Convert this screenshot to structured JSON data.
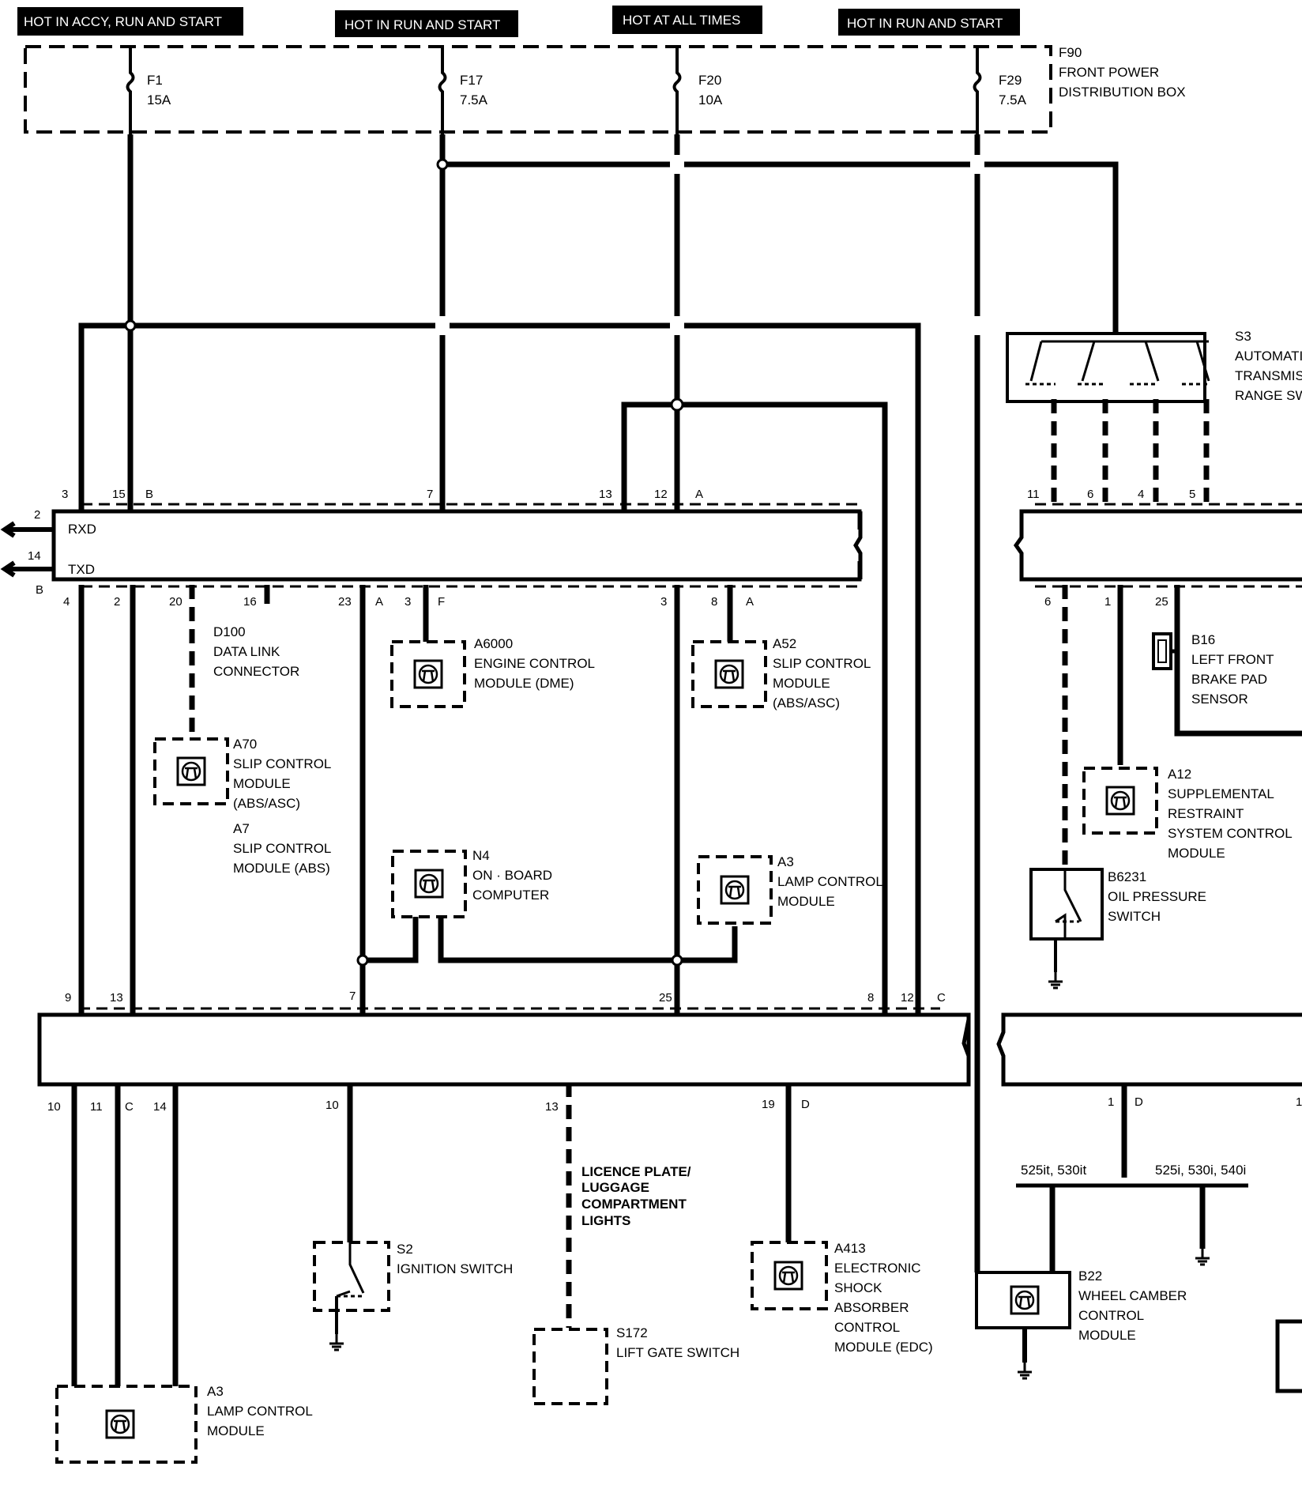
{
  "headers": [
    "HOT IN ACCY, RUN AND START",
    "HOT IN RUN AND START",
    "HOT AT ALL TIMES",
    "HOT IN RUN AND START"
  ],
  "fuses": [
    {
      "id": "F1",
      "rating": "15A"
    },
    {
      "id": "F17",
      "rating": "7.5A"
    },
    {
      "id": "F20",
      "rating": "10A"
    },
    {
      "id": "F29",
      "rating": "7.5A"
    }
  ],
  "fuse_box": [
    "F90",
    "FRONT POWER",
    "DISTRIBUTION BOX"
  ],
  "bus": {
    "rxd": "RXD",
    "txd": "TXD"
  },
  "components": {
    "s3": [
      "S3",
      "AUTOMATI",
      "TRANSMIS",
      "RANGE SW"
    ],
    "d100": [
      "D100",
      "DATA LINK",
      "CONNECTOR"
    ],
    "a6000": [
      "A6000",
      "ENGINE CONTROL",
      "MODULE (DME)"
    ],
    "a52": [
      "A52",
      "SLIP CONTROL",
      "MODULE",
      "(ABS/ASC)"
    ],
    "b16": [
      "B16",
      "LEFT FRONT",
      "BRAKE PAD",
      "SENSOR"
    ],
    "a70": [
      "A70",
      "SLIP CONTROL",
      "MODULE",
      "(ABS/ASC)"
    ],
    "a7": [
      "A7",
      "SLIP CONTROL",
      "MODULE (ABS)"
    ],
    "a12": [
      "A12",
      "SUPPLEMENTAL",
      "RESTRAINT",
      "SYSTEM CONTROL",
      "MODULE"
    ],
    "n4": [
      "N4",
      "ON · BOARD",
      "COMPUTER"
    ],
    "a3_mid": [
      "A3",
      "LAMP CONTROL",
      "MODULE"
    ],
    "b6231": [
      "B6231",
      "OIL PRESSURE",
      "SWITCH"
    ],
    "licence": [
      "LICENCE PLATE/",
      "LUGGAGE",
      "COMPARTMENT",
      "LIGHTS"
    ],
    "s2": [
      "S2",
      "IGNITION SWITCH"
    ],
    "a413": [
      "A413",
      "ELECTRONIC",
      "SHOCK",
      "ABSORBER",
      "CONTROL",
      "MODULE (EDC)"
    ],
    "s172": [
      "S172",
      "LIFT GATE SWITCH"
    ],
    "b22": [
      "B22",
      "WHEEL CAMBER",
      "CONTROL",
      "MODULE"
    ],
    "a3_bot": [
      "A3",
      "LAMP CONTROL",
      "MODULE"
    ]
  },
  "variants": [
    "525it, 530it",
    "525i, 530i, 540i"
  ],
  "pins": {
    "p3": "3",
    "p15": "15",
    "pB1": "B",
    "p7": "7",
    "p13": "13",
    "p12": "12",
    "pA1": "A",
    "p11": "11",
    "p6": "6",
    "p4": "4",
    "p5": "5",
    "p2": "2",
    "p14": "14",
    "pB2": "B",
    "q4": "4",
    "q2": "2",
    "q20": "20",
    "q16": "16",
    "q23": "23",
    "qA": "A",
    "q3": "3",
    "qF": "F",
    "q3b": "3",
    "q8": "8",
    "qA2": "A",
    "q6": "6",
    "q1": "1",
    "q25": "25",
    "r9": "9",
    "r13": "13",
    "r7": "7",
    "r25": "25",
    "r8": "8",
    "r12": "12",
    "rC": "C",
    "s10": "10",
    "s11": "11",
    "sC": "C",
    "s14": "14",
    "s10b": "10",
    "s13": "13",
    "s19": "19",
    "sD": "D",
    "s1": "1",
    "sD2": "D",
    "s1b": "1"
  }
}
